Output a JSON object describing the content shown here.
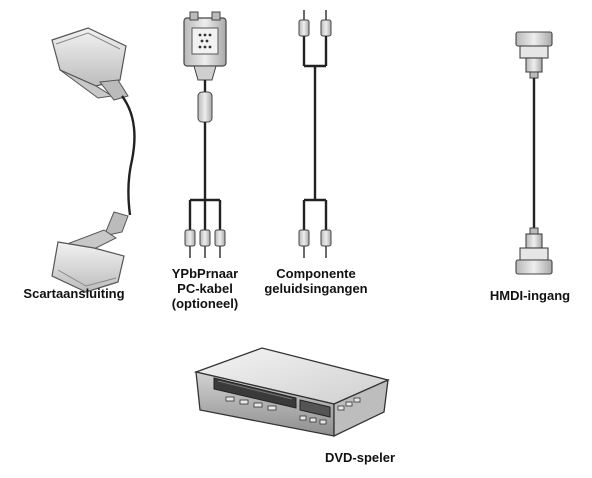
{
  "labels": {
    "scart": "Scartaansluiting",
    "ypbpr_line1": "YPbPrnaar",
    "ypbpr_line2": "PC-kabel",
    "ypbpr_line3": "(optioneel)",
    "component_line1": "Componente",
    "component_line2": "geluidsingangen",
    "hdmi": "HMDI-ingang",
    "dvd": "DVD-speler"
  },
  "colors": {
    "line": "#222222",
    "plug_fill": "#d9d9d9",
    "plug_dark": "#9a9a9a",
    "background": "#ffffff"
  },
  "icons": [
    "scart-cable-icon",
    "vga-to-rca-cable-icon",
    "rca-audio-cable-icon",
    "hdmi-cable-icon",
    "dvd-player-icon"
  ]
}
